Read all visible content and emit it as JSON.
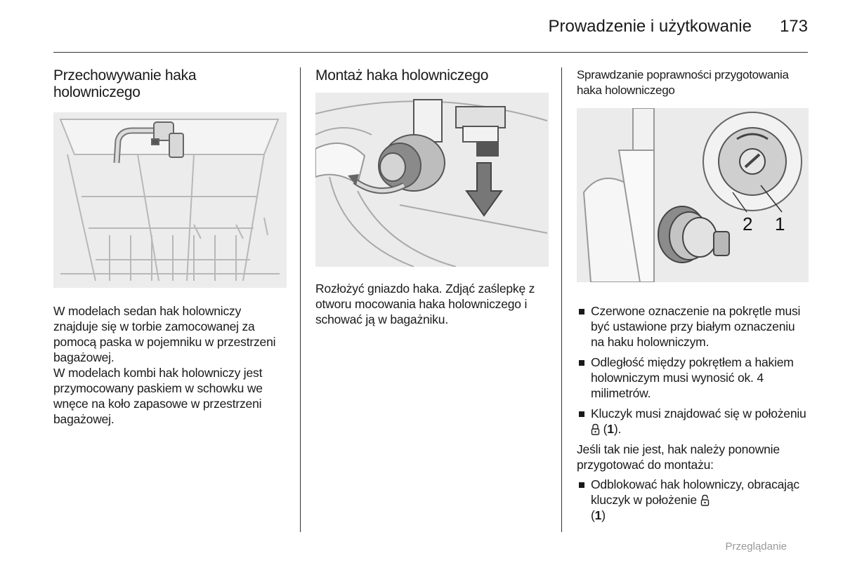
{
  "header": {
    "title": "Prowadzenie i użytkowanie",
    "page_number": "173"
  },
  "columns": [
    {
      "heading": "Przechowywanie haka holowniczego",
      "paragraphs": [
        "W modelach sedan hak holowniczy znajduje się w torbie zamocowanej za pomocą paska w pojemniku w przestrzeni bagażowej.",
        "W modelach kombi hak holowniczy jest przymocowany paskiem w schowku we wnęce na koło zapasowe w przestrzeni bagażowej."
      ]
    },
    {
      "heading": "Montaż haka holowniczego",
      "paragraphs": [
        "Rozłożyć gniazdo haka. Zdjąć zaślepkę z otworu mocowania haka holowniczego i schować ją w bagażniku."
      ]
    },
    {
      "heading": "Sprawdzanie poprawności przygotowania haka holowniczego",
      "figure_labels": [
        "2",
        "1"
      ],
      "bullets": [
        {
          "text": "Czerwone oznaczenie na pokrętle musi być ustawione przy białym oznaczeniu na haku holowniczym."
        },
        {
          "text": "Odległość między pokrętłem a hakiem holowniczym musi wynosić ok. 4 milimetrów."
        },
        {
          "before": "Kluczyk musi znajdować się w położeniu ",
          "icon": "locked-padlock-icon",
          "open": " (",
          "ref": "1",
          "close": ")."
        }
      ],
      "note": "Jeśli tak nie jest, hak należy ponownie przygotować do montażu:",
      "bullets_after": [
        {
          "before": "Odblokować hak holowniczy, obracając kluczyk w położenie ",
          "icon": "unlocked-padlock-icon",
          "open": " (",
          "ref": "1",
          "close": ")"
        }
      ]
    }
  ],
  "footer": {
    "label": "Przeglądanie"
  }
}
